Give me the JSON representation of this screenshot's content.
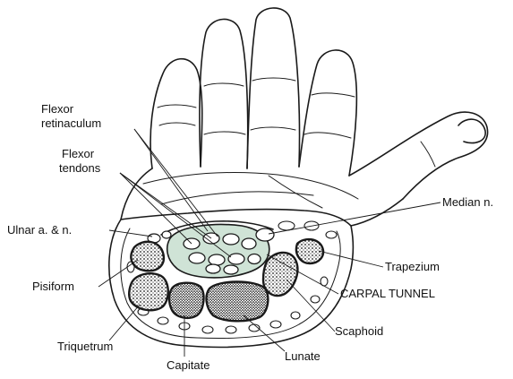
{
  "labels": {
    "flexor_retinaculum": [
      "Flexor",
      "retinaculum"
    ],
    "flexor_tendons": [
      "Flexor",
      "tendons"
    ],
    "median_nerve": "Median n.",
    "ulnar_artery_nerve": "Ulnar a. & n.",
    "pisiform": "Pisiform",
    "trapezium": "Trapezium",
    "carpal_tunnel": "CARPAL TUNNEL",
    "scaphoid": "Scaphoid",
    "triquetrum": "Triquetrum",
    "capitate": "Capitate",
    "lunate": "Lunate"
  },
  "colors": {
    "tunnel_fill": "#cfe3d6",
    "ink": "#1a1a1a"
  }
}
